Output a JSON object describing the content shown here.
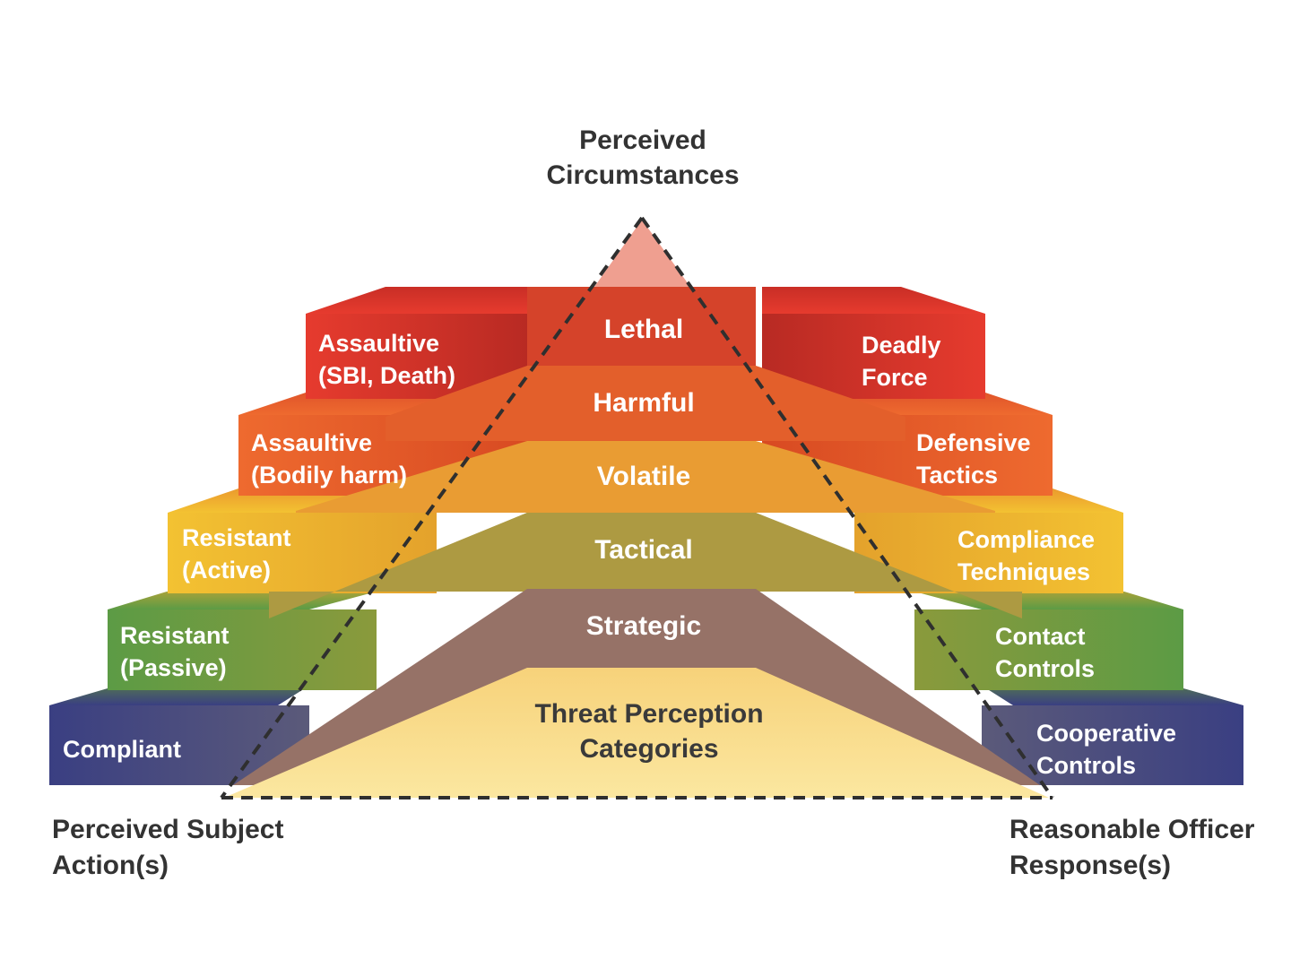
{
  "top_label": {
    "line1": "Perceived",
    "line2": "Circumstances"
  },
  "left_label": {
    "line1": "Perceived Subject",
    "line2": "Action(s)"
  },
  "right_label": {
    "line1": "Reasonable Officer",
    "line2": "Response(s)"
  },
  "center_label": {
    "line1": "Threat Perception",
    "line2": "Categories"
  },
  "levels": [
    {
      "category": "Lethal",
      "subject": [
        "Assaultive",
        "(SBI, Death)"
      ],
      "response": [
        "Deadly",
        "Force"
      ],
      "color": "#e63b2e",
      "dark": "#b82a23"
    },
    {
      "category": "Harmful",
      "subject": [
        "Assaultive",
        "(Bodily harm)"
      ],
      "response": [
        "Defensive",
        "Tactics"
      ],
      "color": "#ee6a2f",
      "dark": "#c9501f"
    },
    {
      "category": "Volatile",
      "subject": [
        "Resistant",
        "(Active)"
      ],
      "response": [
        "Compliance",
        "Techniques"
      ],
      "color": "#f3c232",
      "dark": "#e29b2a"
    },
    {
      "category": "Tactical",
      "subject": [
        "Resistant",
        "(Passive)"
      ],
      "response": [
        "Contact",
        "Controls"
      ],
      "color": "#5c9b45",
      "dark": "#8f8f3a"
    },
    {
      "category": "Strategic",
      "subject": [
        "Compliant"
      ],
      "response": [
        "Cooperative",
        "Controls"
      ],
      "color": "#3a3f82",
      "dark": "#8e6a5c"
    }
  ]
}
